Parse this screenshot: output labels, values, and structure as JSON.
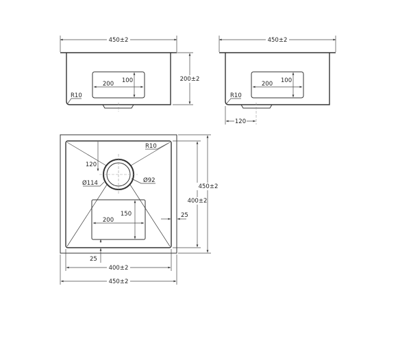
{
  "front_view": {
    "width": "450±2",
    "height": "200±2",
    "radius": "R10",
    "label_width": "200",
    "label_height": "100"
  },
  "side_view": {
    "width": "450±2",
    "radius": "R10",
    "label_width": "200",
    "label_height": "100",
    "drain_offset": "120"
  },
  "top_view": {
    "outer_width": "450±2",
    "inner_width": "400±2",
    "outer_depth": "450±2",
    "inner_depth": "400±2",
    "radius": "R10",
    "drain_offset": "120",
    "drain_outer_dia": "Ø114",
    "drain_inner_dia": "Ø92",
    "label_width": "200",
    "label_height": "150",
    "label_side_margin": "25",
    "label_bottom_margin": "25"
  }
}
